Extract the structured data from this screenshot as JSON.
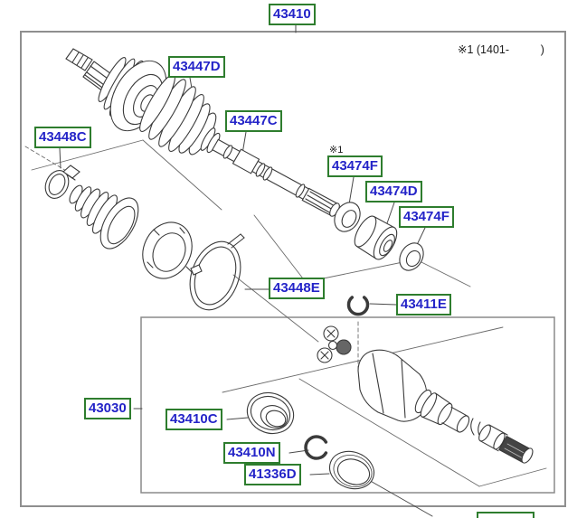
{
  "diagram_title_part": "43410",
  "notes": {
    "top_right": "※1 (1401-          )",
    "ref_mark": "※1"
  },
  "parts": {
    "main_assembly": "43410",
    "boot_outer": "43447D",
    "shaft": "43447C",
    "clamp_outer": "43448C",
    "ring_front": "43474F",
    "damper": "43474D",
    "ring_rear": "43474F",
    "clamp_band": "43448E",
    "snap_ring_outer": "43411E",
    "inner_joint_assembly": "43030",
    "bearing": "43410C",
    "snap_ring_inner": "43410N",
    "seal": "41336D"
  },
  "colors": {
    "label-border": "#2e7d2e",
    "label-text": "#2424c8",
    "line-color": "#3a3a3a",
    "frame-color": "#8f8f8f"
  }
}
